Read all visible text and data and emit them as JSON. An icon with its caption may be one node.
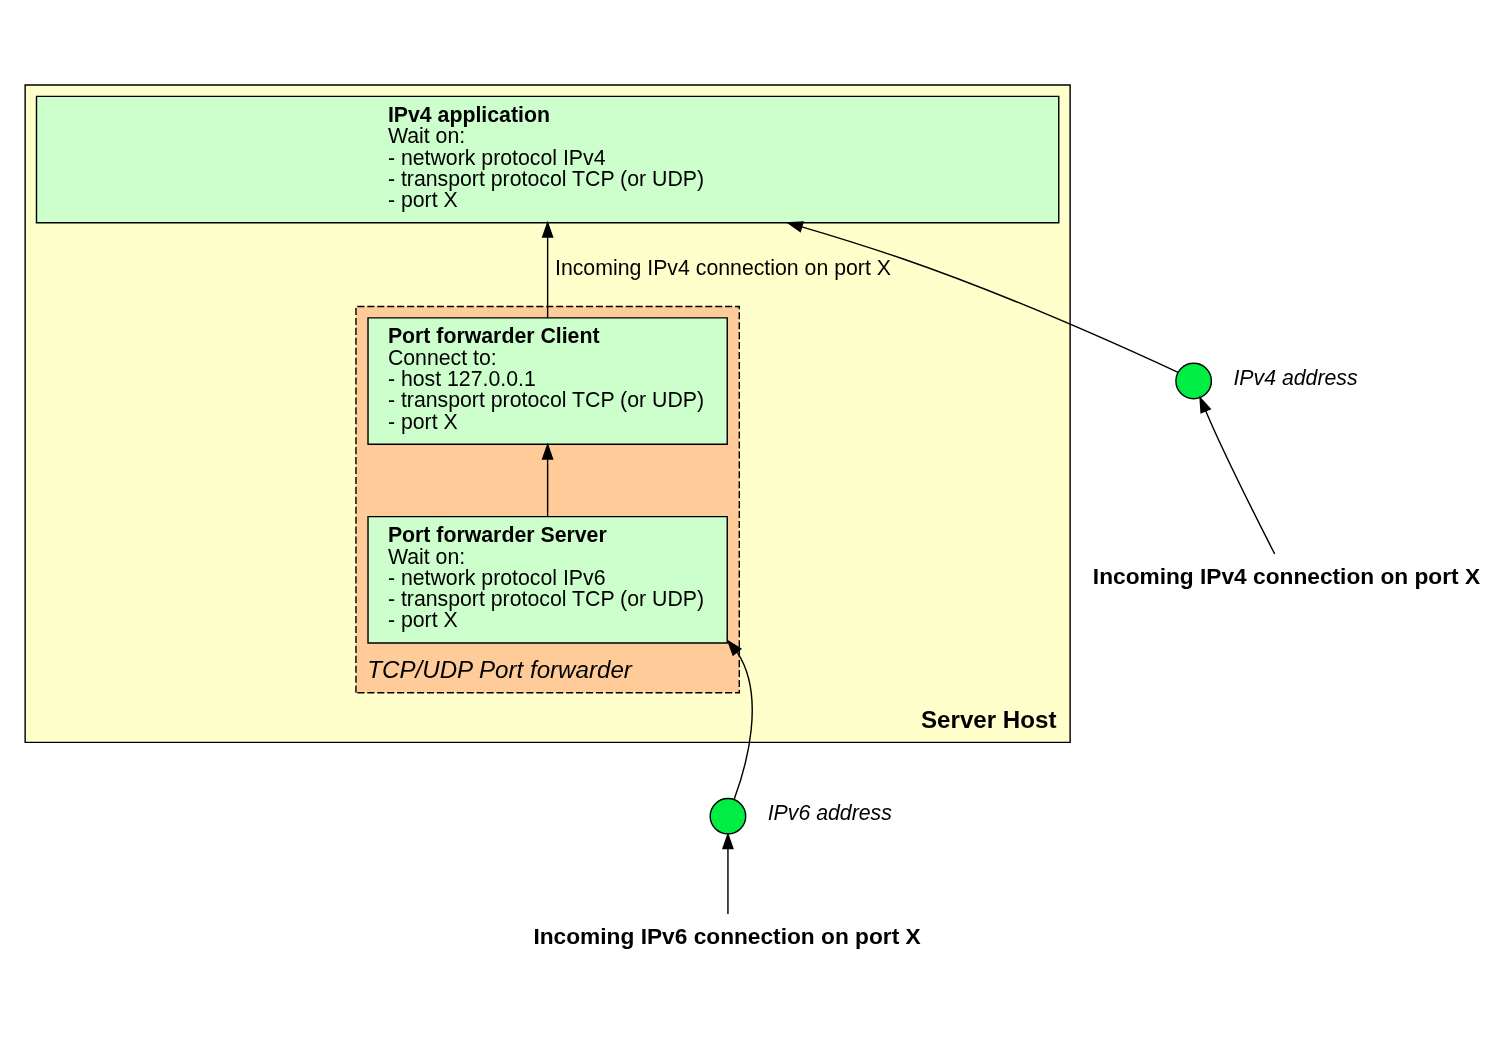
{
  "diagram": {
    "nodes": [
      {
        "text": [
          "Server Host"
        ]
      },
      {
        "text": [
          "IPv4 application",
          "Wait on:",
          "- network protocol IPv4",
          "- transport protocol TCP (or UDP)",
          "- port X"
        ],
        "in": 0
      },
      {
        "text": [
          "TCP/UDP Port forwarder"
        ],
        "in": 0
      },
      {
        "text": [
          "Port forwarder Client",
          "Connect to:",
          "- host 127.0.0.1",
          "- transport protocol TCP (or UDP)",
          "- port X"
        ],
        "in": 2
      },
      {
        "text": [
          "Port forwarder Server",
          "Wait on:",
          "- network protocol IPv6",
          "- transport protocol TCP (or UDP)",
          "- port X"
        ],
        "in": 2
      },
      {
        "text": [],
        "shape": "circle",
        "beside": [
          "IPv6 address"
        ]
      },
      {
        "text": [],
        "shape": "circle",
        "beside": [
          "IPv4 address"
        ]
      },
      {
        "text": [
          "Incoming IPv6 connection on port X"
        ]
      },
      {
        "text": [
          "Incoming IPv4 connection on port X"
        ]
      }
    ],
    "edges": [
      {
        "from": 3,
        "to": 1,
        "arrow": "to",
        "label": "Incoming IPv4 connection on port X"
      },
      {
        "from": 4,
        "to": 3,
        "arrow": "to"
      },
      {
        "from": 5,
        "to": 4,
        "arrow": "to"
      },
      {
        "from": 6,
        "to": 1,
        "arrow": "to"
      },
      {
        "from": 7,
        "to": 5,
        "arrow": "to"
      },
      {
        "from": 8,
        "to": 6,
        "arrow": "to"
      }
    ]
  }
}
